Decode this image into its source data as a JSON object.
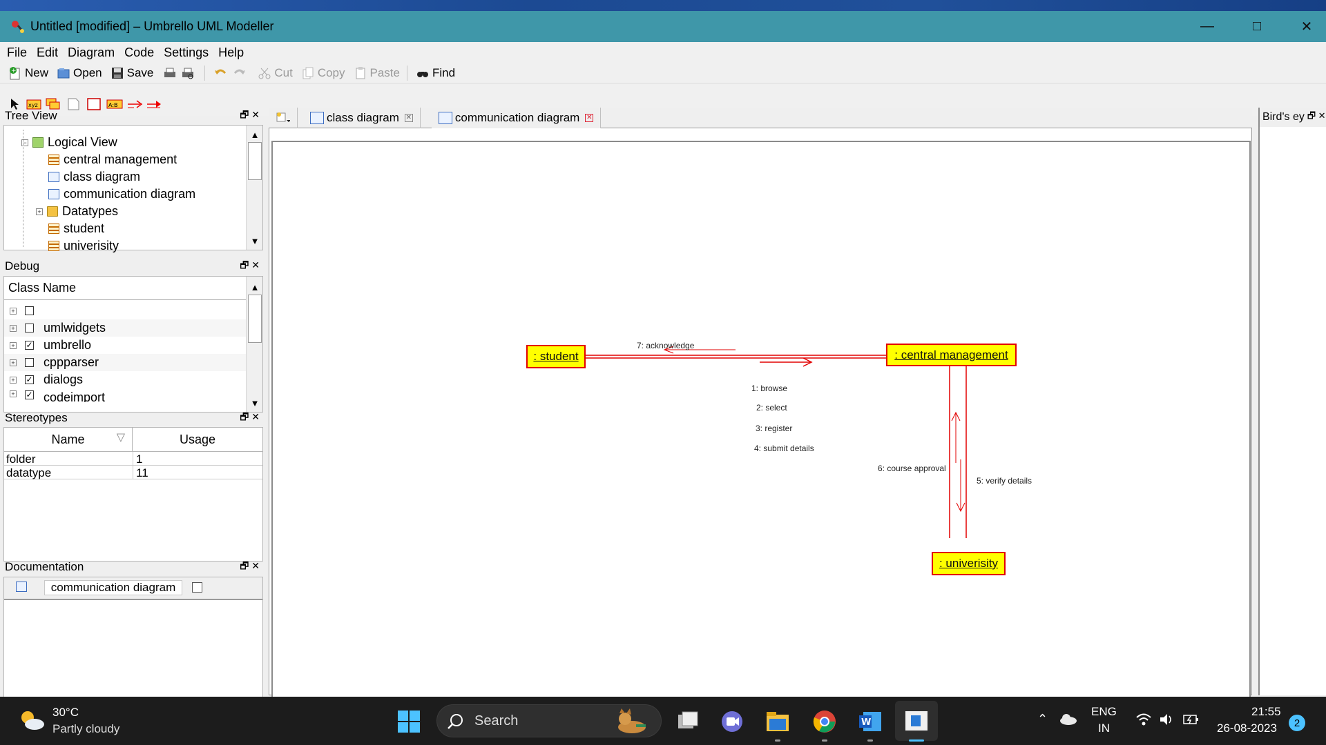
{
  "window": {
    "title": "Untitled [modified] – Umbrello UML Modeller",
    "controls": {
      "minimize": "—",
      "maximize": "□",
      "close": "✕"
    }
  },
  "menu": [
    "File",
    "Edit",
    "Diagram",
    "Code",
    "Settings",
    "Help"
  ],
  "toolbar": {
    "new": "New",
    "open": "Open",
    "save": "Save",
    "cut": "Cut",
    "copy": "Copy",
    "paste": "Paste",
    "find": "Find"
  },
  "tree_view": {
    "title": "Tree View",
    "items": [
      {
        "label": "Logical View",
        "icon": "folder-open-icon"
      },
      {
        "label": "central management",
        "icon": "class-icon"
      },
      {
        "label": "class diagram",
        "icon": "diagram-icon"
      },
      {
        "label": "communication diagram",
        "icon": "diagram-icon"
      },
      {
        "label": "Datatypes",
        "icon": "folder-icon"
      },
      {
        "label": "student",
        "icon": "class-icon"
      },
      {
        "label": "univerisity",
        "icon": "class-icon"
      }
    ]
  },
  "debug": {
    "title": "Debug",
    "column": "Class Name",
    "rows": [
      {
        "label": "",
        "checked": false
      },
      {
        "label": "umlwidgets",
        "checked": false
      },
      {
        "label": "umbrello",
        "checked": true
      },
      {
        "label": "cppparser",
        "checked": false
      },
      {
        "label": "dialogs",
        "checked": true
      },
      {
        "label": "codeimport",
        "checked": true
      }
    ]
  },
  "stereotypes": {
    "title": "Stereotypes",
    "columns": [
      "Name",
      "Usage"
    ],
    "rows": [
      {
        "name": "folder",
        "usage": "1"
      },
      {
        "name": "datatype",
        "usage": "11"
      }
    ]
  },
  "documentation": {
    "title": "Documentation",
    "diagram_name": "communication diagram"
  },
  "tabs": [
    {
      "label": "class diagram",
      "active": false
    },
    {
      "label": "communication diagram",
      "active": true
    }
  ],
  "birds_eye": {
    "title": "Bird's ey"
  },
  "diagram": {
    "objects": {
      "student": ": student",
      "central": ": central management",
      "university": ": univerisity"
    },
    "messages": [
      "7: acknowledge",
      "1: browse",
      "2: select",
      "3: register",
      "4: submit details",
      "6: course approval",
      "5: verify details"
    ],
    "line_color": "#e20000",
    "object_fill": "#ffff00"
  },
  "taskbar": {
    "weather_temp": "30°C",
    "weather_desc": "Partly cloudy",
    "search": "Search",
    "lang_top": "ENG",
    "lang_bottom": "IN",
    "time": "21:55",
    "date": "26-08-2023",
    "notifications": "2"
  }
}
